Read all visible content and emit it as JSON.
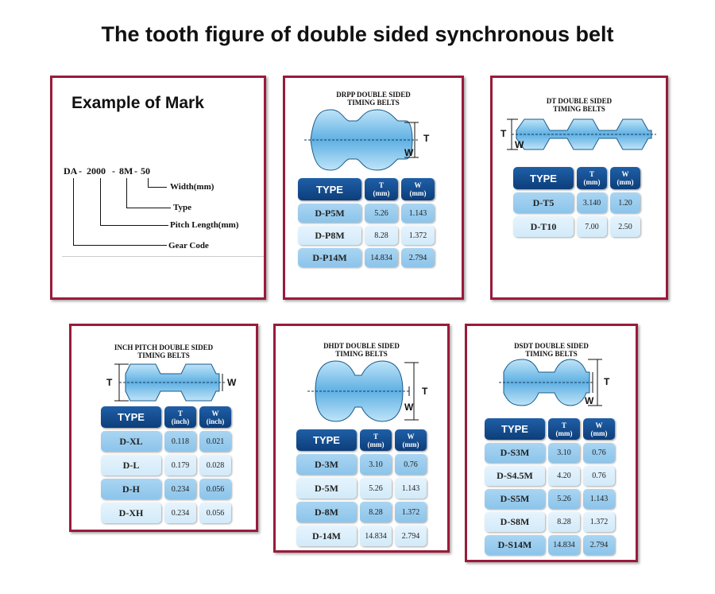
{
  "title": "The tooth figure of double sided synchronous belt",
  "example": {
    "title": "Example of Mark",
    "code_parts": [
      "DA",
      "2000",
      "8M",
      "50"
    ],
    "separator": "-",
    "labels": [
      "Width(mm)",
      "Type",
      "Pitch Length(mm)",
      "Gear Code"
    ]
  },
  "panels": [
    {
      "id": "drpp",
      "title_lines": [
        "DRPP DOUBLE SIDED",
        "TIMING BELTS"
      ],
      "dim_t": "T",
      "dim_w": "W",
      "headers": [
        "TYPE",
        "T",
        "(mm)",
        "W",
        "(mm)"
      ],
      "rows": [
        [
          "D-P5M",
          "5.26",
          "1.143"
        ],
        [
          "D-P8M",
          "8.28",
          "1.372"
        ],
        [
          "D-P14M",
          "14.834",
          "2.794"
        ]
      ]
    },
    {
      "id": "dt",
      "title_lines": [
        "DT DOUBLE SIDED",
        "TIMING BELTS"
      ],
      "dim_t": "T",
      "dim_w": "W",
      "headers": [
        "TYPE",
        "T",
        "(mm)",
        "W",
        "(mm)"
      ],
      "rows": [
        [
          "D-T5",
          "3.140",
          "1.20"
        ],
        [
          "D-T10",
          "7.00",
          "2.50"
        ]
      ]
    },
    {
      "id": "inch",
      "title_lines": [
        "INCH PITCH DOUBLE SIDED",
        "TIMING BELTS"
      ],
      "dim_t": "T",
      "dim_w": "W",
      "headers": [
        "TYPE",
        "T",
        "(inch)",
        "W",
        "(inch)"
      ],
      "rows": [
        [
          "D-XL",
          "0.118",
          "0.021"
        ],
        [
          "D-L",
          "0.179",
          "0.028"
        ],
        [
          "D-H",
          "0.234",
          "0.056"
        ],
        [
          "D-XH",
          "0.234",
          "0.056"
        ]
      ]
    },
    {
      "id": "dhdt",
      "title_lines": [
        "DHDT DOUBLE SIDED",
        "TIMING BELTS"
      ],
      "dim_t": "T",
      "dim_w": "W",
      "headers": [
        "TYPE",
        "T",
        "(mm)",
        "W",
        "(mm)"
      ],
      "rows": [
        [
          "D-3M",
          "3.10",
          "0.76"
        ],
        [
          "D-5M",
          "5.26",
          "1.143"
        ],
        [
          "D-8M",
          "8.28",
          "1.372"
        ],
        [
          "D-14M",
          "14.834",
          "2.794"
        ]
      ]
    },
    {
      "id": "dsdt",
      "title_lines": [
        "DSDT DOUBLE SIDED",
        "TIMING BELTS"
      ],
      "dim_t": "T",
      "dim_w": "W",
      "headers": [
        "TYPE",
        "T",
        "(mm)",
        "W",
        "(mm)"
      ],
      "rows": [
        [
          "D-S3M",
          "3.10",
          "0.76"
        ],
        [
          "D-S4.5M",
          "4.20",
          "0.76"
        ],
        [
          "D-S5M",
          "5.26",
          "1.143"
        ],
        [
          "D-S8M",
          "8.28",
          "1.372"
        ],
        [
          "D-S14M",
          "14.834",
          "2.794"
        ]
      ]
    }
  ],
  "colors": {
    "frame": "#9a1b3a",
    "header": "#0d3e7a",
    "row_dark": "#a9d5f2",
    "row_light": "#e6f4fd"
  }
}
